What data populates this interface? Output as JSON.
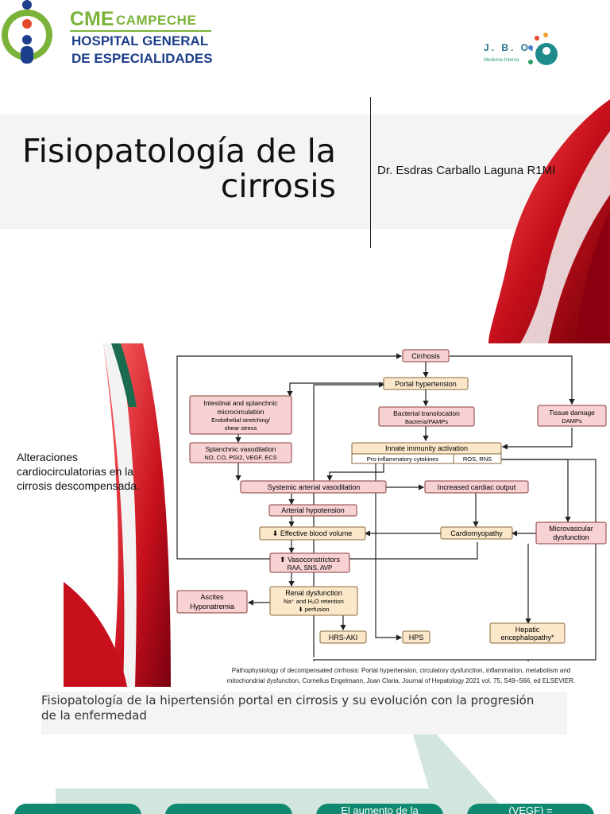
{
  "slide1": {
    "title": "Fisiopatología de la cirrosis",
    "author": "Dr. Esdras Carballo Laguna R1MI",
    "logo_left": {
      "cme": "CME",
      "campeche": "CAMPECHE",
      "hospital_line1": "HOSPITAL GENERAL",
      "hospital_line2": "DE ESPECIALIDADES"
    },
    "logo_right": {
      "jbo": "J. B. O.",
      "sub": "Medicina Interna"
    }
  },
  "slide2": {
    "side_text": "Alteraciones cardiocirculatorias en la cirrosis descompensada.",
    "caption_line1": "Pathophysiology of decompensated cirrhosis: Portal hypertension, circulatory dysfunction, inflammation, metabolism and",
    "caption_line2": "mitochondrial dysfunction, Cornelius Engelmann, Joan Claria, Journal of Hepatology 2021 vol. 75, S49–S66, ed ELSEVIER.",
    "diagram": {
      "cirrhosis": "Cirrhosis",
      "portal_hypertension": "Portal hypertension",
      "intestinal_1": "Intestinal and splanchnic",
      "intestinal_2": "microcirculation",
      "intestinal_3": "Endothelial stretching/",
      "intestinal_4": "shear stress",
      "bacterial_1": "Bacterial translocation",
      "bacterial_2": "Bacteria/PAMPs",
      "tissue_1": "Tissue damage",
      "tissue_2": "DAMPs",
      "splanchnic_1": "Splanchnic vasodilation",
      "splanchnic_2": "NO, CO, PGI2, VEGF, ECS",
      "innate": "Innate immunity activation",
      "cytokines": "Pro-inflammatory cytokines",
      "ros": "ROS, RNS",
      "systemic": "Systemic arterial vasodilation",
      "cardiac_output": "Increased cardiac output",
      "arterial_hypo": "Arterial hypotension",
      "effective_volume": "⬇ Effective blood volume",
      "cardiomyopathy": "Cardiomyopathy",
      "microvascular_1": "Microvascular",
      "microvascular_2": "dysfunction",
      "vaso_1": "⬆ Vasoconstrictors",
      "vaso_2": "RAA, SNS, AVP",
      "ascites_1": "Ascites",
      "ascites_2": "Hyponatremia",
      "renal_1": "Renal dysfunction",
      "renal_2": "Na⁺ and H₂O retention",
      "renal_3": "⬇ perfusion",
      "hrs": "HRS-AKI",
      "hps": "HPS",
      "hepatic_1": "Hepatic",
      "hepatic_2": "encephalopathy*"
    }
  },
  "slide3": {
    "title": "Fisiopatología de la hipertensión portal en cirrosis y su evolución con la progresión de la enfermedad",
    "pill3": "El aumento de la",
    "pill4": "(VEGF) ="
  },
  "colors": {
    "box_red": "#f7d1d3",
    "box_beige": "#fbe7c9",
    "accent_green": "#0f8a70",
    "red_deco": "#c8101c"
  }
}
